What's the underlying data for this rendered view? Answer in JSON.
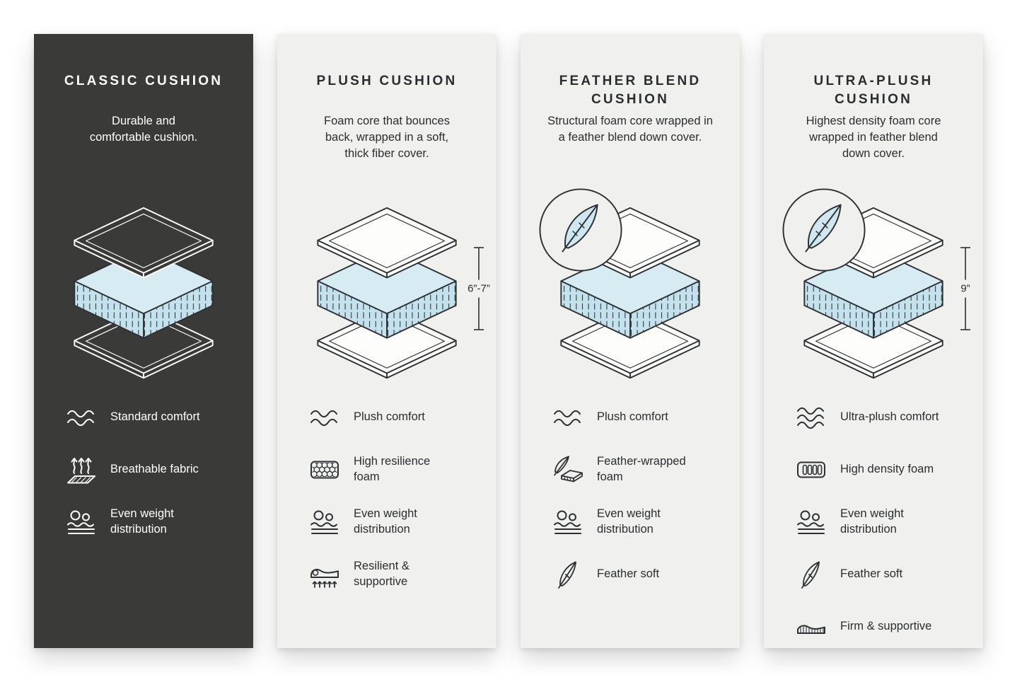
{
  "colors": {
    "background": "#ffffff",
    "panel_dark": "#3a3a38",
    "panel_light": "#f0f0ee",
    "outline_dark": "#2e3133",
    "outline_light": "#ffffff",
    "foam_blue_top": "#d6ebf2",
    "foam_blue_side": "#c4e2ed"
  },
  "panels": [
    {
      "id": "classic",
      "title": "CLASSIC CUSHION",
      "description": "Durable and\ncomfortable cushion.",
      "diagram": {
        "badge": null,
        "measurement": null
      },
      "features": [
        {
          "icon": "waves-icon",
          "label": "Standard comfort"
        },
        {
          "icon": "breathable-fabric-icon",
          "label": "Breathable fabric"
        },
        {
          "icon": "even-weight-distribution-icon",
          "label": "Even weight\ndistribution"
        }
      ]
    },
    {
      "id": "plush",
      "title": "PLUSH CUSHION",
      "description": "Foam core that bounces\nback, wrapped in a soft,\nthick fiber cover.",
      "measurement": "6”-7”",
      "diagram": {
        "badge": null,
        "measurement": "6”-7”"
      },
      "features": [
        {
          "icon": "waves-icon",
          "label": "Plush comfort"
        },
        {
          "icon": "honeycomb-foam-icon",
          "label": "High resilience\nfoam"
        },
        {
          "icon": "even-weight-distribution-icon",
          "label": "Even weight\ndistribution"
        },
        {
          "icon": "resilient-supportive-icon",
          "label": "Resilient &\nsupportive"
        }
      ]
    },
    {
      "id": "feather-blend",
      "title": "FEATHER BLEND\nCUSHION",
      "description": "Structural foam core wrapped in\na feather blend down cover.",
      "diagram": {
        "badge": "feather-badge",
        "measurement": null
      },
      "features": [
        {
          "icon": "waves-icon",
          "label": "Plush comfort"
        },
        {
          "icon": "feather-wrapped-foam-icon",
          "label": "Feather-wrapped\nfoam"
        },
        {
          "icon": "even-weight-distribution-icon",
          "label": "Even weight\ndistribution"
        },
        {
          "icon": "feather-icon",
          "label": "Feather soft"
        }
      ]
    },
    {
      "id": "ultra-plush",
      "title": "ULTRA-PLUSH\nCUSHION",
      "description": "Highest density foam core\nwrapped in feather blend\ndown cover.",
      "measurement": "9”",
      "diagram": {
        "badge": "feather-badge",
        "measurement": "9”"
      },
      "features": [
        {
          "icon": "waves-icon",
          "label": "Ultra-plush comfort"
        },
        {
          "icon": "high-density-foam-icon",
          "label": "High density foam"
        },
        {
          "icon": "even-weight-distribution-icon",
          "label": "Even weight\ndistribution"
        },
        {
          "icon": "feather-icon",
          "label": "Feather soft"
        },
        {
          "icon": "firm-supportive-icon",
          "label": "Firm & supportive"
        }
      ]
    }
  ]
}
